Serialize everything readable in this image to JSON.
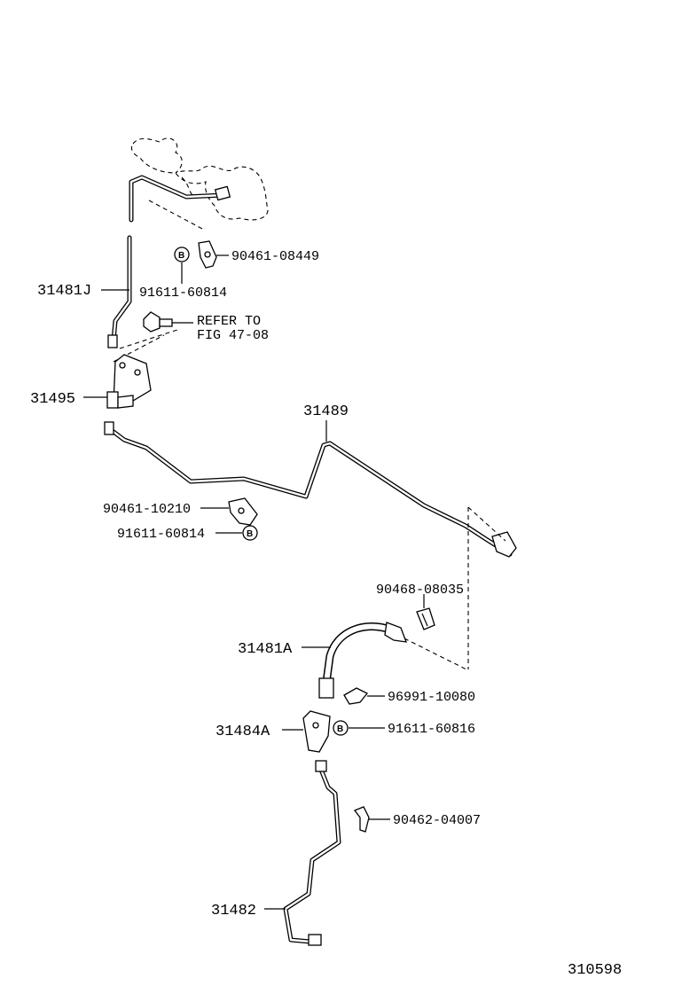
{
  "diagram_id": "310598",
  "parts": {
    "p31481J": "31481J",
    "p31495": "31495",
    "p31489": "31489",
    "p31481A": "31481A",
    "p31484A": "31484A",
    "p31482": "31482",
    "c9046108449": "90461-08449",
    "c9161160814_top": "91611-60814",
    "c9046110210": "90461-10210",
    "c9161160814_mid": "91611-60814",
    "c9046808035": "90468-08035",
    "c9699110080": "96991-10080",
    "c9161160816": "91611-60816",
    "c9046204007": "90462-04007"
  },
  "refer": {
    "line1": "REFER TO",
    "line2": "FIG 47-08"
  },
  "bolt_mark": "B"
}
